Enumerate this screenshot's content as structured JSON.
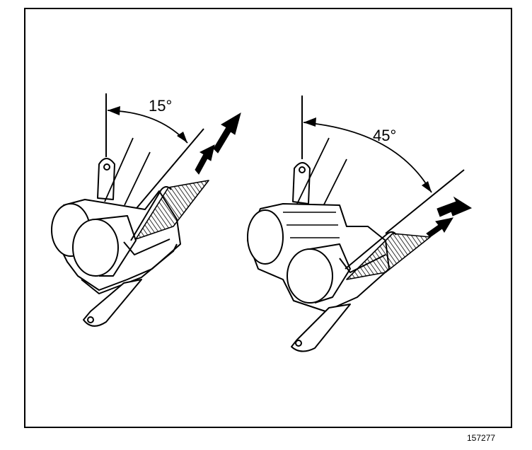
{
  "figure": {
    "left_panel": {
      "angle_label": "15°"
    },
    "right_panel": {
      "angle_label": "45°"
    },
    "reference_number": "157277"
  }
}
